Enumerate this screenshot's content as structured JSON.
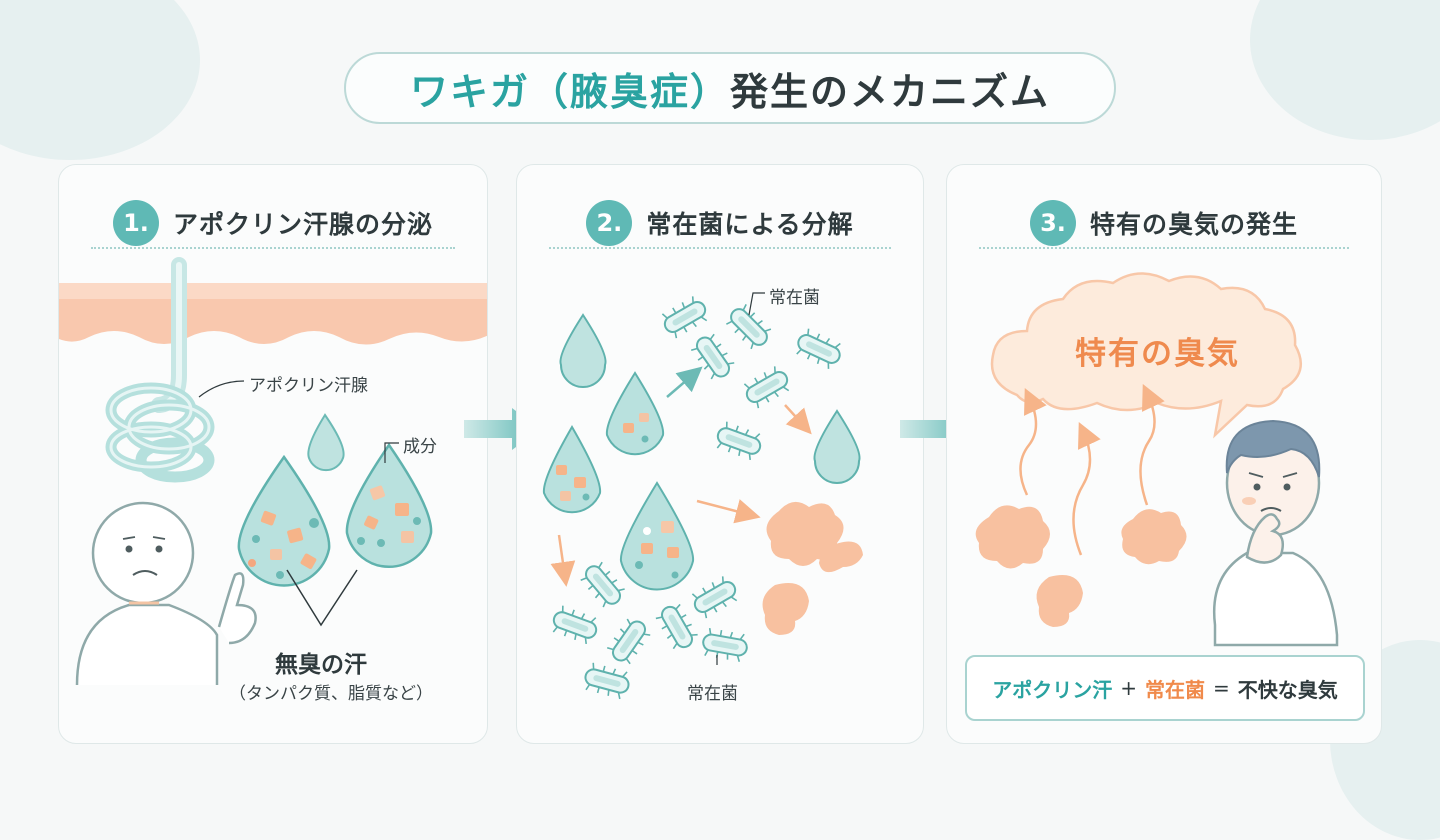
{
  "title": {
    "accent": "ワキガ（腋臭症）",
    "rest": "発生のメカニズム"
  },
  "steps": [
    {
      "number": "1.",
      "heading": "アポクリン汗腺の分泌"
    },
    {
      "number": "2.",
      "heading": "常在菌による分解"
    },
    {
      "number": "3.",
      "heading": "特有の臭気の発生"
    }
  ],
  "panel1": {
    "gland_label": "アポクリン汗腺",
    "component_label": "成分",
    "sweat_title": "無臭の汗",
    "sweat_sub": "（タンパク質、脂質など）"
  },
  "panel2": {
    "bacteria_label_top": "常在菌",
    "bacteria_label_bottom": "常在菌"
  },
  "panel3": {
    "cloud_text": "特有の臭気",
    "formula": {
      "part1": "アポクリン汗",
      "plus": "+",
      "part2": "常在菌",
      "equals": "=",
      "result": "不快な臭気"
    }
  },
  "colors": {
    "teal": "#2aa3a1",
    "orange": "#f08a4b",
    "drop": "#a8dbd8",
    "skin": "#f8c2a8"
  }
}
